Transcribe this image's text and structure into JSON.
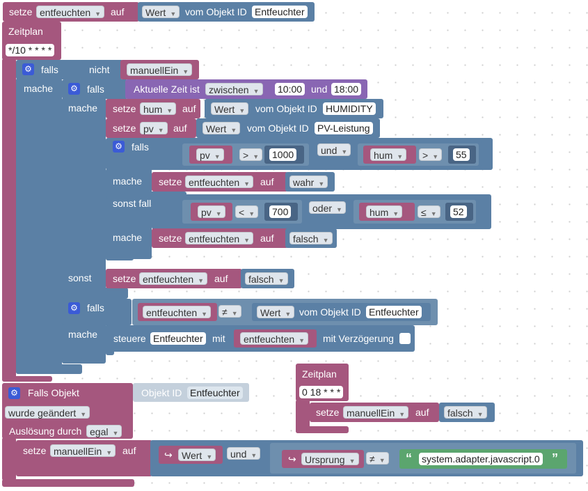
{
  "kw": {
    "setze": "setze",
    "auf": "auf",
    "vom_objekt_id": "vom Objekt ID",
    "zeitplan": "Zeitplan",
    "falls": "falls",
    "nicht": "nicht",
    "mache": "mache",
    "sonst_falls": "sonst falls",
    "sonst": "sonst",
    "und": "und",
    "oder": "oder",
    "aktuelle_zeit_ist": "Aktuelle Zeit ist",
    "steuere": "steuere",
    "mit": "mit",
    "mit_verzoegerung": "mit Verzögerung",
    "falls_objekt": "Falls Objekt",
    "objekt_id": "Objekt ID",
    "ausloesung_durch": "Auslösung durch"
  },
  "vars": {
    "entfeuchten": "entfeuchten",
    "hum": "hum",
    "pv": "pv",
    "manuellEin": "manuellEin"
  },
  "vals": {
    "wert": "Wert",
    "wahr": "wahr",
    "falsch": "falsch",
    "entfeuchter": "Entfeuchter",
    "humidity": "HUMIDITY",
    "pv_leistung": "PV-Leistung"
  },
  "ops": {
    "gt": ">",
    "lt": "<",
    "le": "≤",
    "ne": "≠",
    "zwischen": "zwischen"
  },
  "nums": {
    "n1000": "1000",
    "n55": "55",
    "n700": "700",
    "n52": "52"
  },
  "schedule": {
    "cron1": "*/10 * * * *",
    "cron2": "0 18 * * *"
  },
  "times": {
    "from": "10:00",
    "to": "18:00"
  },
  "trigger": {
    "wurde_geaendert": "wurde geändert",
    "egal": "egal"
  },
  "bottom": {
    "ursprung": "Ursprung",
    "arrow": "↪",
    "source": "system.adapter.javascript.0",
    "q_open": "“",
    "q_close": "”"
  },
  "colors": {
    "variable": "#A5577E",
    "logic": "#5B80A5",
    "time": "#8966B3",
    "text": "#5BA56E"
  },
  "icons": {
    "gear": "gear-icon",
    "dropdown": "dropdown-arrow-icon"
  }
}
